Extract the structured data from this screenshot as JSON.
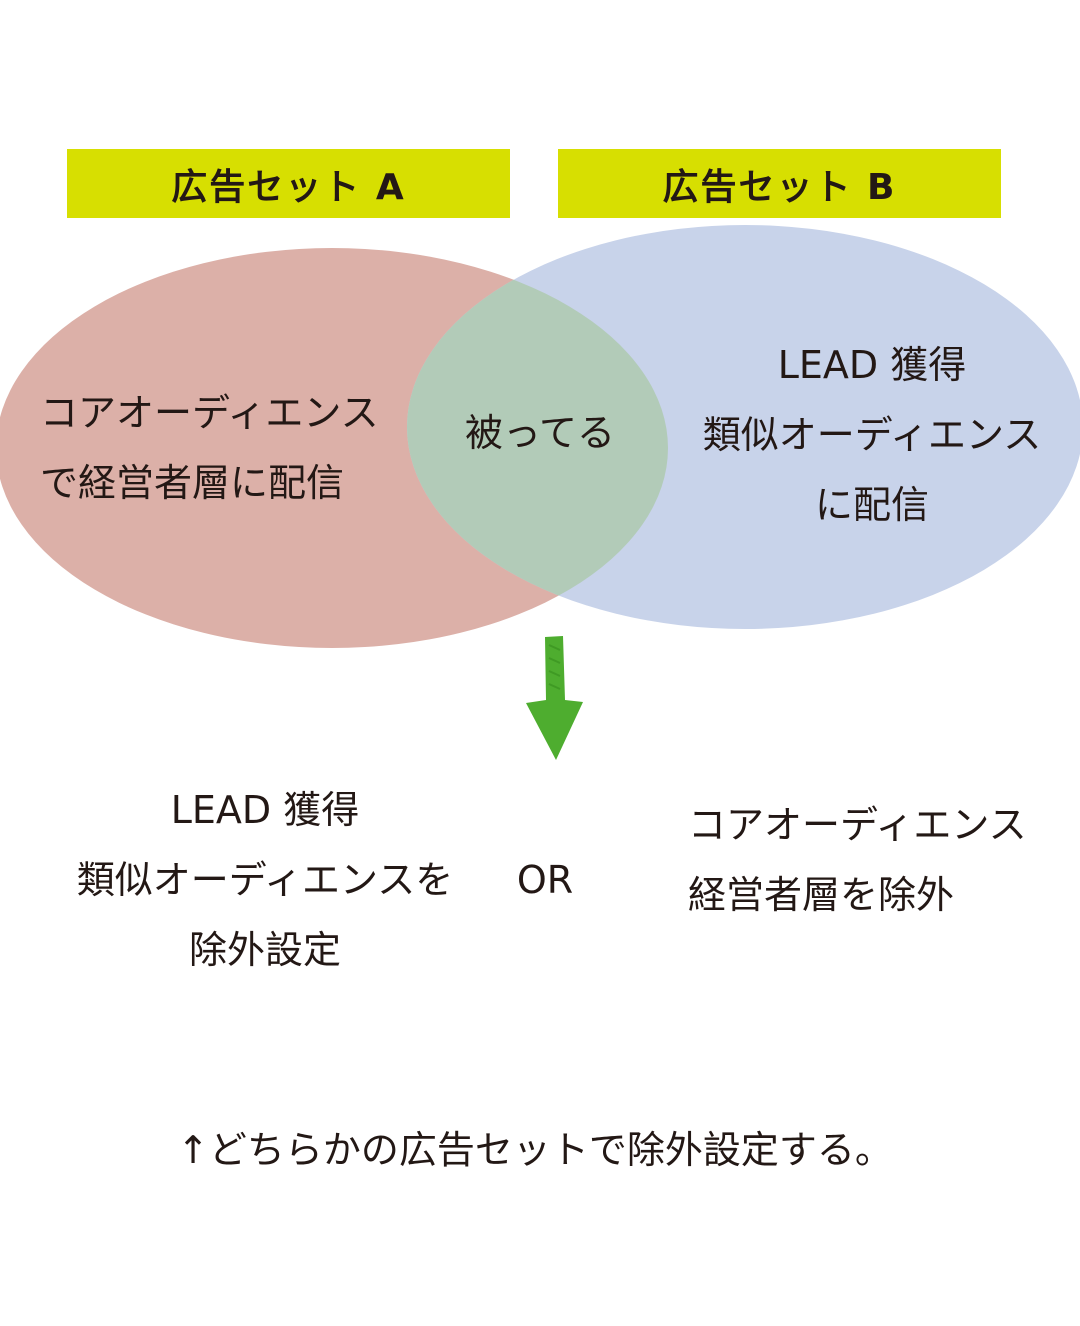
{
  "colors": {
    "label_fill": "#d7df01",
    "circle_a": "#dcb0a8",
    "circle_b": "#c8d3ea",
    "overlap": "#b2cbb8",
    "arrow": "#4ead2f",
    "text": "#231815"
  },
  "labels": {
    "set_a": "広告セット A",
    "set_b": "広告セット B"
  },
  "venn": {
    "left_text": [
      "コアオーディエンス",
      "で経営者層に配信"
    ],
    "overlap_text": "被ってる",
    "right_text": [
      "LEAD 獲得",
      "類似オーディエンス",
      "に配信"
    ]
  },
  "arrow_icon": "down-arrow-icon",
  "options": {
    "left": [
      "LEAD 獲得",
      "類似オーディエンスを",
      "除外設定"
    ],
    "or": "OR",
    "right": [
      "コアオーディエンス",
      "経営者層を除外"
    ]
  },
  "footer_note": "↑どちらかの広告セットで除外設定する。"
}
